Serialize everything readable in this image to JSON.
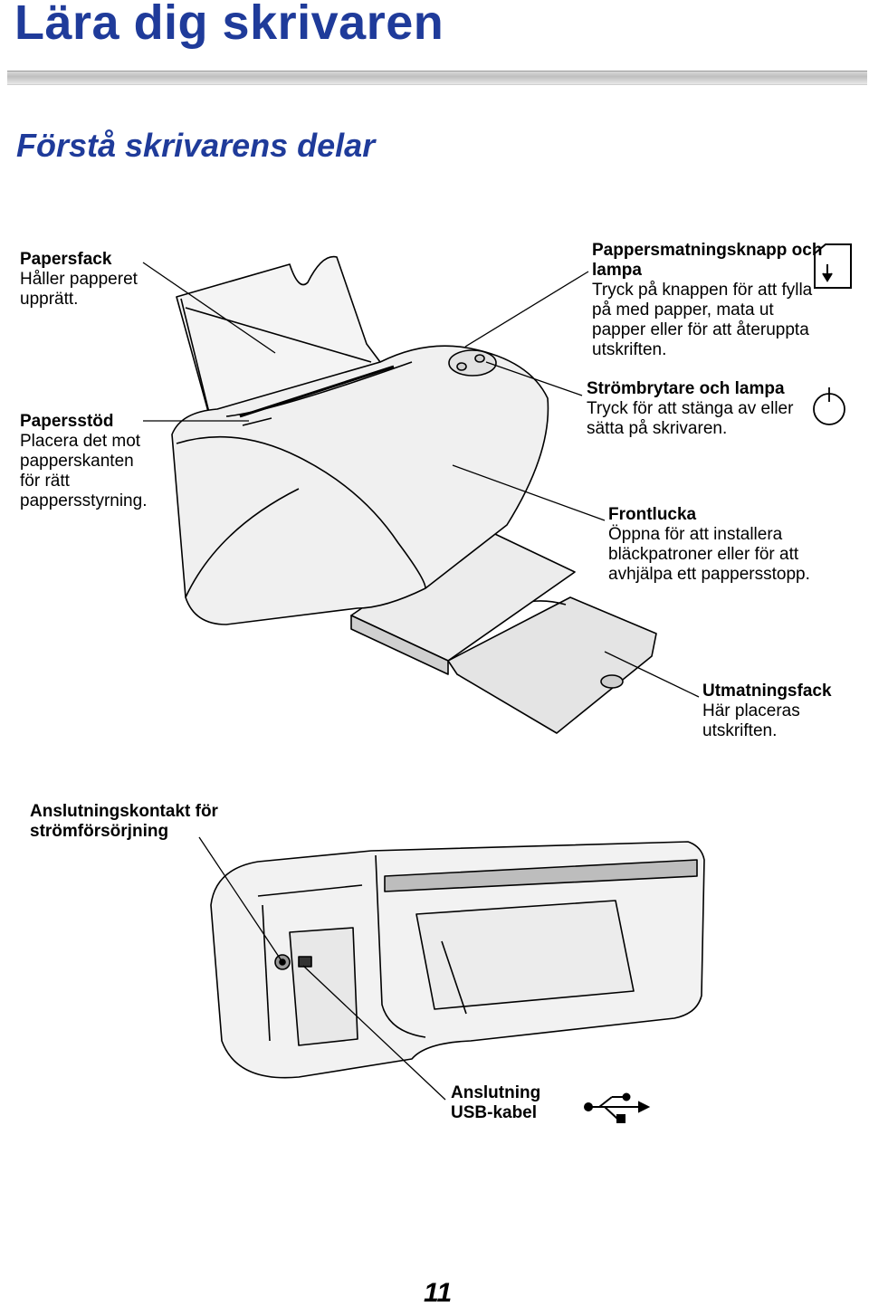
{
  "header": {
    "title": "Lära dig skrivaren"
  },
  "section": {
    "title": "Förstå skrivarens delar"
  },
  "callouts": {
    "papersfack": {
      "head": "Papersfack",
      "desc": "Håller papperet upprätt."
    },
    "papersstod": {
      "head": "Papersstöd",
      "desc": "Placera det mot papperskanten för rätt pappersstyrning."
    },
    "pappersmatning": {
      "head": "Pappersmatningsknapp och lampa",
      "desc": "Tryck på knappen för att fylla på med papper, mata ut papper eller för att återuppta utskriften."
    },
    "strombrytare": {
      "head": "Strömbrytare och lampa",
      "desc": "Tryck för att stänga av eller sätta på skrivaren."
    },
    "frontlucka": {
      "head": "Frontlucka",
      "desc": "Öppna för att installera bläckpatroner eller för att avhjälpa ett pappersstopp."
    },
    "utmatningsfack": {
      "head": "Utmatningsfack",
      "desc": "Här placeras utskriften."
    },
    "stromforsorjning": {
      "head": "Anslutningskontakt för strömförsörjning"
    },
    "usb": {
      "head": "Anslutning USB-kabel"
    }
  },
  "icons": {
    "paper_feed": "paper-feed-icon",
    "power": "power-icon",
    "usb": "usb-icon"
  },
  "colors": {
    "title_blue": "#1f3b9a"
  },
  "footer": {
    "page_number": "11"
  }
}
